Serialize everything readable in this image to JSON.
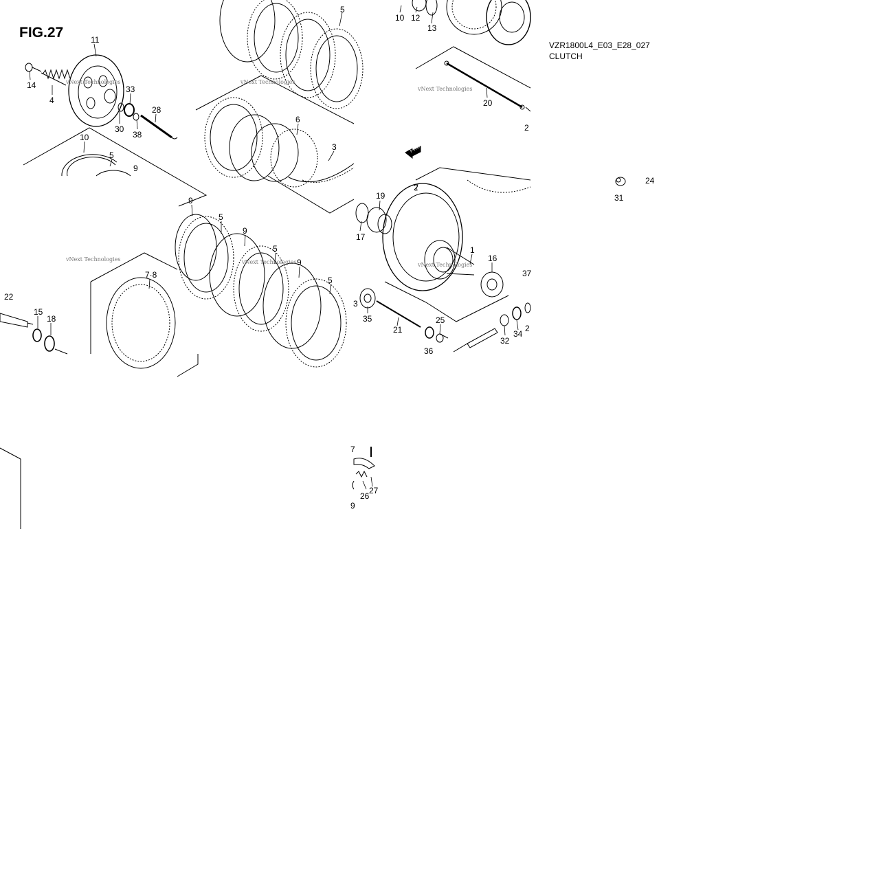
{
  "figure": {
    "title": "FIG.27",
    "code": "VZR1800L4_E03_E28_027",
    "name": "CLUTCH"
  },
  "fwd_arrow": "FWD",
  "watermark": "vNext Technologies",
  "callouts": {
    "c1": "1",
    "c2": "2",
    "c3": "3",
    "c4": "4",
    "c5a": "5",
    "c5b": "5",
    "c5c": "5",
    "c5d": "5",
    "c5e": "5",
    "c6": "6",
    "c7_8": "7·8",
    "c9a": "9",
    "c9b": "9",
    "c9c": "9",
    "c9d": "9",
    "c10a": "10",
    "c10b": "10",
    "c11": "11",
    "c12": "12",
    "c13": "13",
    "c14": "14",
    "c15": "15",
    "c16": "16",
    "c17": "17",
    "c18": "18",
    "c19": "19",
    "c20": "20",
    "c21": "21",
    "c22": "22",
    "c23": "3",
    "c24": "24",
    "c25": "25",
    "c26": "26",
    "c27": "27",
    "c28": "28",
    "c29": "9",
    "c30": "30",
    "c31": "31",
    "c32": "32",
    "c33": "33",
    "c34": "34",
    "c35": "35",
    "c36": "36",
    "c37": "37",
    "c38": "38",
    "c7p": "7",
    "c2p": "2",
    "c2q": "2"
  }
}
